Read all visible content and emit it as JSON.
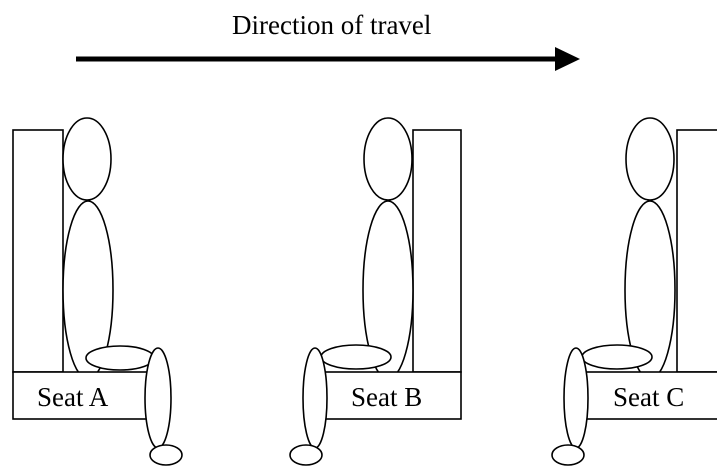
{
  "diagram": {
    "direction_label": "Direction of travel",
    "seats": [
      {
        "id": "a",
        "label": "Seat A",
        "facing": "forward"
      },
      {
        "id": "b",
        "label": "Seat B",
        "facing": "backward"
      },
      {
        "id": "c",
        "label": "Seat C",
        "facing": "backward"
      }
    ],
    "colors": {
      "line": "#000000",
      "background": "#ffffff"
    }
  }
}
